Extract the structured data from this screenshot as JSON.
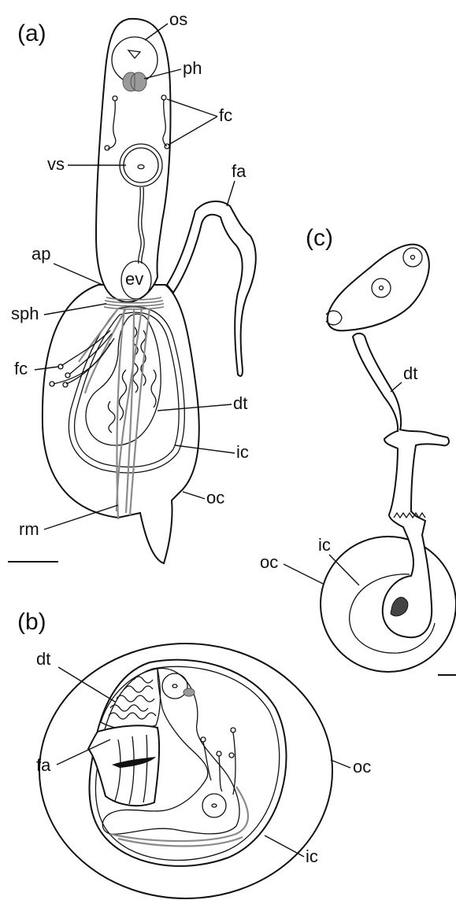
{
  "panels": {
    "a": {
      "title": "(a)",
      "labels": {
        "os": "os",
        "ph": "ph",
        "fc_top": "fc",
        "vs": "vs",
        "fa": "fa",
        "ap": "ap",
        "ev": "ev",
        "sph": "sph",
        "fc_left": "fc",
        "dt": "dt",
        "ic": "ic",
        "oc": "oc",
        "rm": "rm"
      }
    },
    "b": {
      "title": "(b)",
      "labels": {
        "dt": "dt",
        "fa": "fa",
        "oc": "oc",
        "ic": "ic"
      }
    },
    "c": {
      "title": "(c)",
      "labels": {
        "dt": "dt",
        "ic": "ic",
        "oc": "oc"
      }
    }
  },
  "colors": {
    "line": "#111111",
    "muscle": "#8a8a8a",
    "pharynx": "#9a9a9a",
    "background": "#ffffff"
  }
}
